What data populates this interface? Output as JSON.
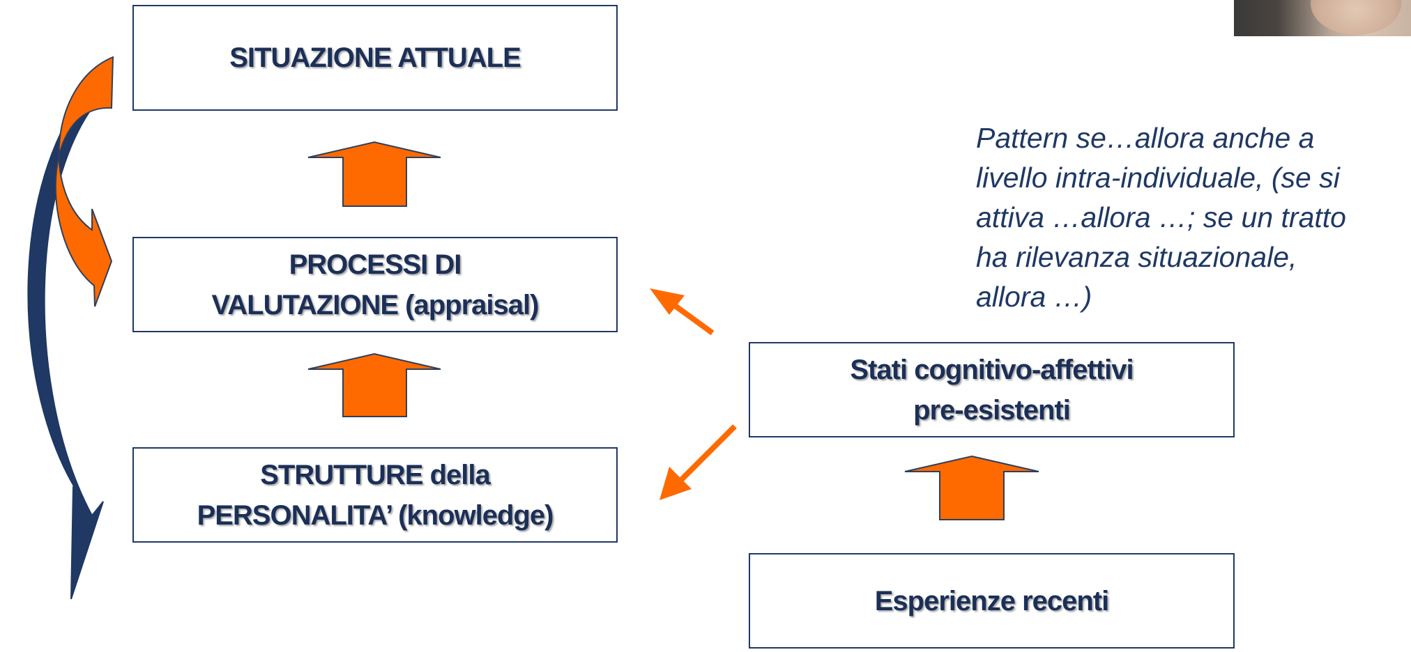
{
  "diagram": {
    "boxes": {
      "situazione": [
        "SITUAZIONE ATTUALE"
      ],
      "processi": [
        "PROCESSI DI",
        "VALUTAZIONE (appraisal)"
      ],
      "strutture": [
        "STRUTTURE della",
        "PERSONALITA’ (knowledge)"
      ],
      "stati": [
        "Stati cognitivo-affettivi",
        "pre-esistenti"
      ],
      "esperienze": [
        "Esperienze recenti"
      ]
    },
    "note": [
      "Pattern se…allora anche a",
      "livello intra-individuale,  (se si",
      "attiva …allora …; se un tratto",
      "ha rilevanza situazionale,",
      "allora …)"
    ]
  },
  "colors": {
    "arrow_orange": "#ff6a00",
    "arrow_outline": "#2e3f5c",
    "navy": "#1f3864",
    "box_border": "#1f3864"
  },
  "icons": {
    "up_arrow": "block-up-arrow-icon",
    "curved_orange": "curved-down-arrow-icon",
    "curved_navy": "curved-down-arrow-icon"
  }
}
